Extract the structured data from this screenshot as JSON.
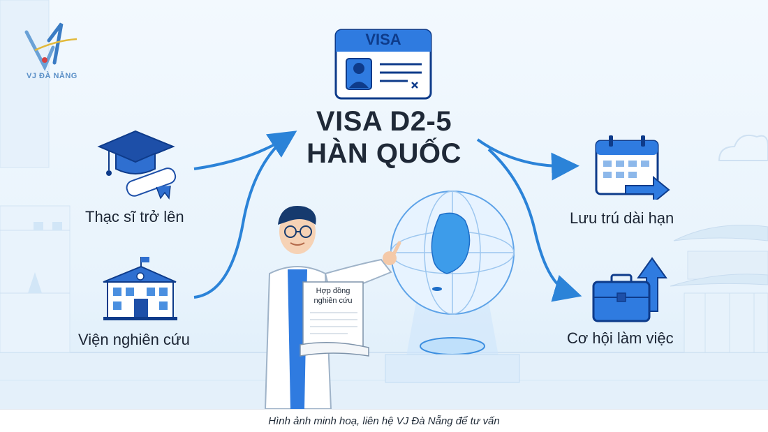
{
  "logo": {
    "text": "VJ ĐÀ NẴNG",
    "icon": "vj-logo-icon"
  },
  "visa_card": {
    "label": "VISA",
    "icon": "visa-card-icon"
  },
  "title": {
    "line1": "VISA D2-5",
    "line2": "HÀN QUỐC"
  },
  "left_items": [
    {
      "label": "Thạc sĩ trở lên",
      "icon": "graduation-cap-icon"
    },
    {
      "label": "Viện nghiên cứu",
      "icon": "institute-building-icon"
    }
  ],
  "right_items": [
    {
      "label": "Lưu trú dài hạn",
      "icon": "calendar-arrow-icon"
    },
    {
      "label": "Cơ hội làm việc",
      "icon": "briefcase-growth-icon"
    }
  ],
  "document": {
    "text": "Hợp đồng nghiên cứu",
    "icon": "scroll-document-icon"
  },
  "caption": "Hình ảnh minh hoạ, liên hệ VJ Đà Nẵng để tư vấn",
  "colors": {
    "primary": "#1e6fd9",
    "dark_text": "#1f2937",
    "background": "#eaf4fc",
    "accent": "#0e3b8a"
  }
}
